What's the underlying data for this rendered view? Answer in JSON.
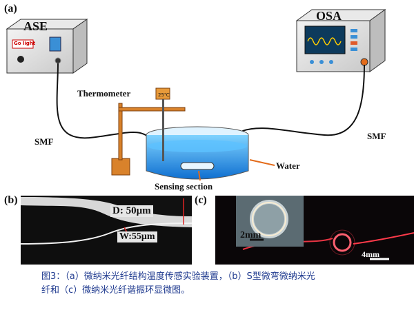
{
  "panels": {
    "a": "(a)",
    "b": "(b)",
    "c": "(c)"
  },
  "ase": {
    "title": "ASE",
    "brand": "Go light"
  },
  "osa": {
    "title": "OSA"
  },
  "labels": {
    "thermometer": "Thermometer",
    "thermo_reading": "25℃",
    "smf_left": "SMF",
    "smf_right": "SMF",
    "water": "Water",
    "sensing": "Sensing section"
  },
  "micro_b": {
    "diameter": "D: 50μm",
    "width": "W:55μm"
  },
  "micro_c": {
    "scale_inset": "2mm",
    "scale_main": "4mm"
  },
  "caption": {
    "line1": "图3：（a）微纳米光纤结构温度传感实验装置，（b）S型微弯微纳米光",
    "line2": "纤和（c）微纳米光纤谐振环显微图。"
  },
  "colors": {
    "caption": "#1f3a8f",
    "water": "#1e8fe0",
    "stand": "#d9822b",
    "laser": "#ff3a4a"
  }
}
